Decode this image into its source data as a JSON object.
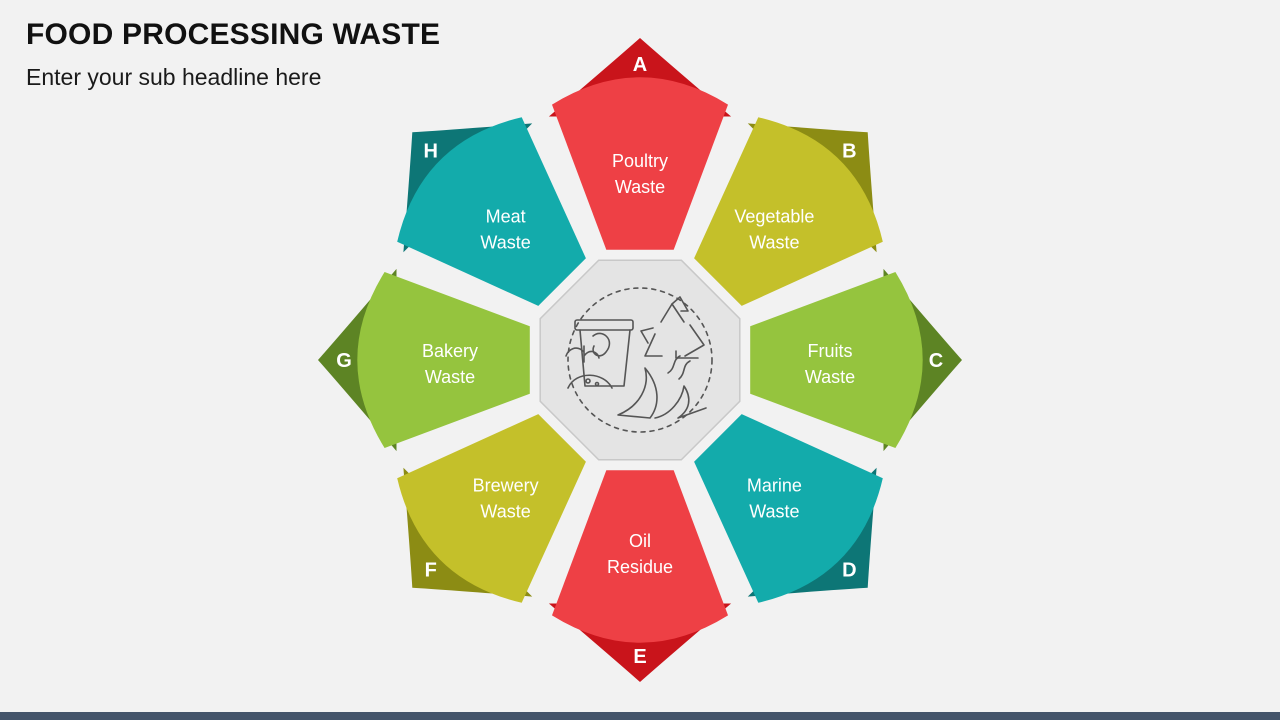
{
  "header": {
    "title": "FOOD PROCESSING WASTE",
    "subtitle": "Enter your sub headline here"
  },
  "colors": {
    "background": "#f2f2f2",
    "bottom_bar": "#44546a",
    "hub_fill": "#e4e4e4",
    "hub_stroke": "#c8c8c8",
    "icon_stroke": "#555555"
  },
  "segments": [
    {
      "letter": "A",
      "line1": "Poultry",
      "line2": "Waste",
      "color": "#ee4045",
      "dark": "#c9141b"
    },
    {
      "letter": "B",
      "line1": "Vegetable",
      "line2": "Waste",
      "color": "#c4c02a",
      "dark": "#8c8c14"
    },
    {
      "letter": "C",
      "line1": "Fruits",
      "line2": "Waste",
      "color": "#95c43e",
      "dark": "#5d8424"
    },
    {
      "letter": "D",
      "line1": "Marine",
      "line2": "Waste",
      "color": "#13abab",
      "dark": "#0d7676"
    },
    {
      "letter": "E",
      "line1": "Oil",
      "line2": "Residue",
      "color": "#ee4045",
      "dark": "#c9141b"
    },
    {
      "letter": "F",
      "line1": "Brewery",
      "line2": "Waste",
      "color": "#c4c02a",
      "dark": "#8c8c14"
    },
    {
      "letter": "G",
      "line1": "Bakery",
      "line2": "Waste",
      "color": "#95c43e",
      "dark": "#5d8424"
    },
    {
      "letter": "H",
      "line1": "Meat",
      "line2": "Waste",
      "color": "#13abab",
      "dark": "#0d7676"
    }
  ],
  "center_icon": "food-waste-recycling-icon"
}
